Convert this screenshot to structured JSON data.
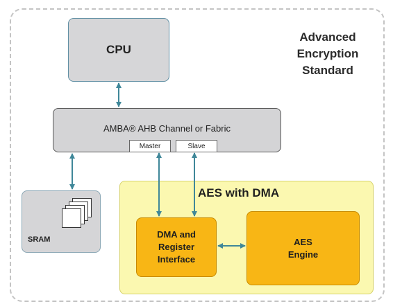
{
  "diagram": {
    "title_lines": [
      "Advanced",
      "Encryption",
      "Standard"
    ],
    "cpu": {
      "label": "CPU"
    },
    "bus": {
      "label": "AMBA® AHB Channel or Fabric",
      "master_port": "Master",
      "slave_port": "Slave"
    },
    "sram": {
      "label": "SRAM"
    },
    "aes_dma": {
      "title": "AES with DMA",
      "dma": {
        "lines": [
          "DMA and",
          "Register",
          "Interface"
        ]
      },
      "engine": {
        "lines": [
          "AES",
          "Engine"
        ]
      }
    },
    "colors": {
      "arrow": "#3f8799",
      "orange": "#f8b615",
      "yellow_panel": "#fbf8b0",
      "grey_box": "#d5d5d7"
    }
  }
}
